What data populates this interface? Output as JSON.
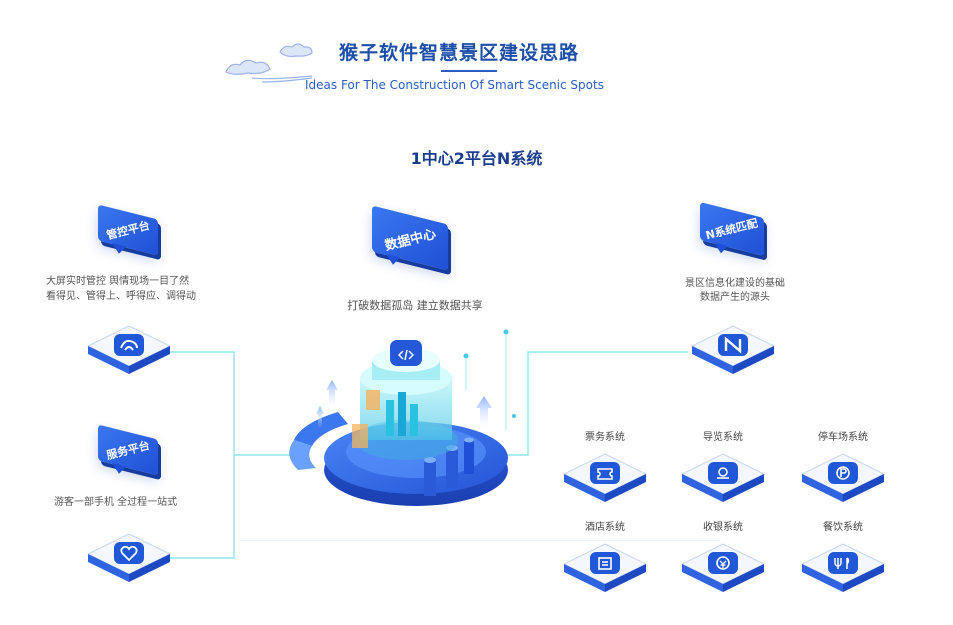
{
  "header": {
    "title_cn": "猴子软件智慧景区建设思路",
    "title_en": "Ideas For The Construction Of Smart Scenic Spots"
  },
  "subtitle": "1中心2平台N系统",
  "center": {
    "tag": "数据中心",
    "caption": "打破数据孤岛  建立数据共享",
    "icon": "code-icon"
  },
  "left_top": {
    "tag": "管控平台",
    "caption_line1": "大屏实时管控   舆情现场一目了然",
    "caption_line2": "看得见、管得上、呼得应、调得动",
    "icon": "monkey-icon"
  },
  "left_bottom": {
    "tag": "服务平台",
    "caption": "游客一部手机   全过程一站式",
    "icon": "heart-icon"
  },
  "right_top": {
    "tag": "N系统匹配",
    "caption_line1": "景区信息化建设的基础",
    "caption_line2": "数据产生的源头",
    "icon": "n-letter-icon"
  },
  "systems": [
    {
      "label": "票务系统",
      "icon": "ticket-icon"
    },
    {
      "label": "导览系统",
      "icon": "map-pin-icon"
    },
    {
      "label": "停车场系统",
      "icon": "parking-icon"
    },
    {
      "label": "酒店系统",
      "icon": "hotel-icon"
    },
    {
      "label": "收银系统",
      "icon": "cashier-icon"
    },
    {
      "label": "餐饮系统",
      "icon": "dining-icon"
    }
  ],
  "colors": {
    "primary_blue": "#1f4fd6",
    "light_blue": "#3b78f0",
    "title_blue": "#1d4fa8",
    "connector_cyan": "#7fe3e8"
  }
}
